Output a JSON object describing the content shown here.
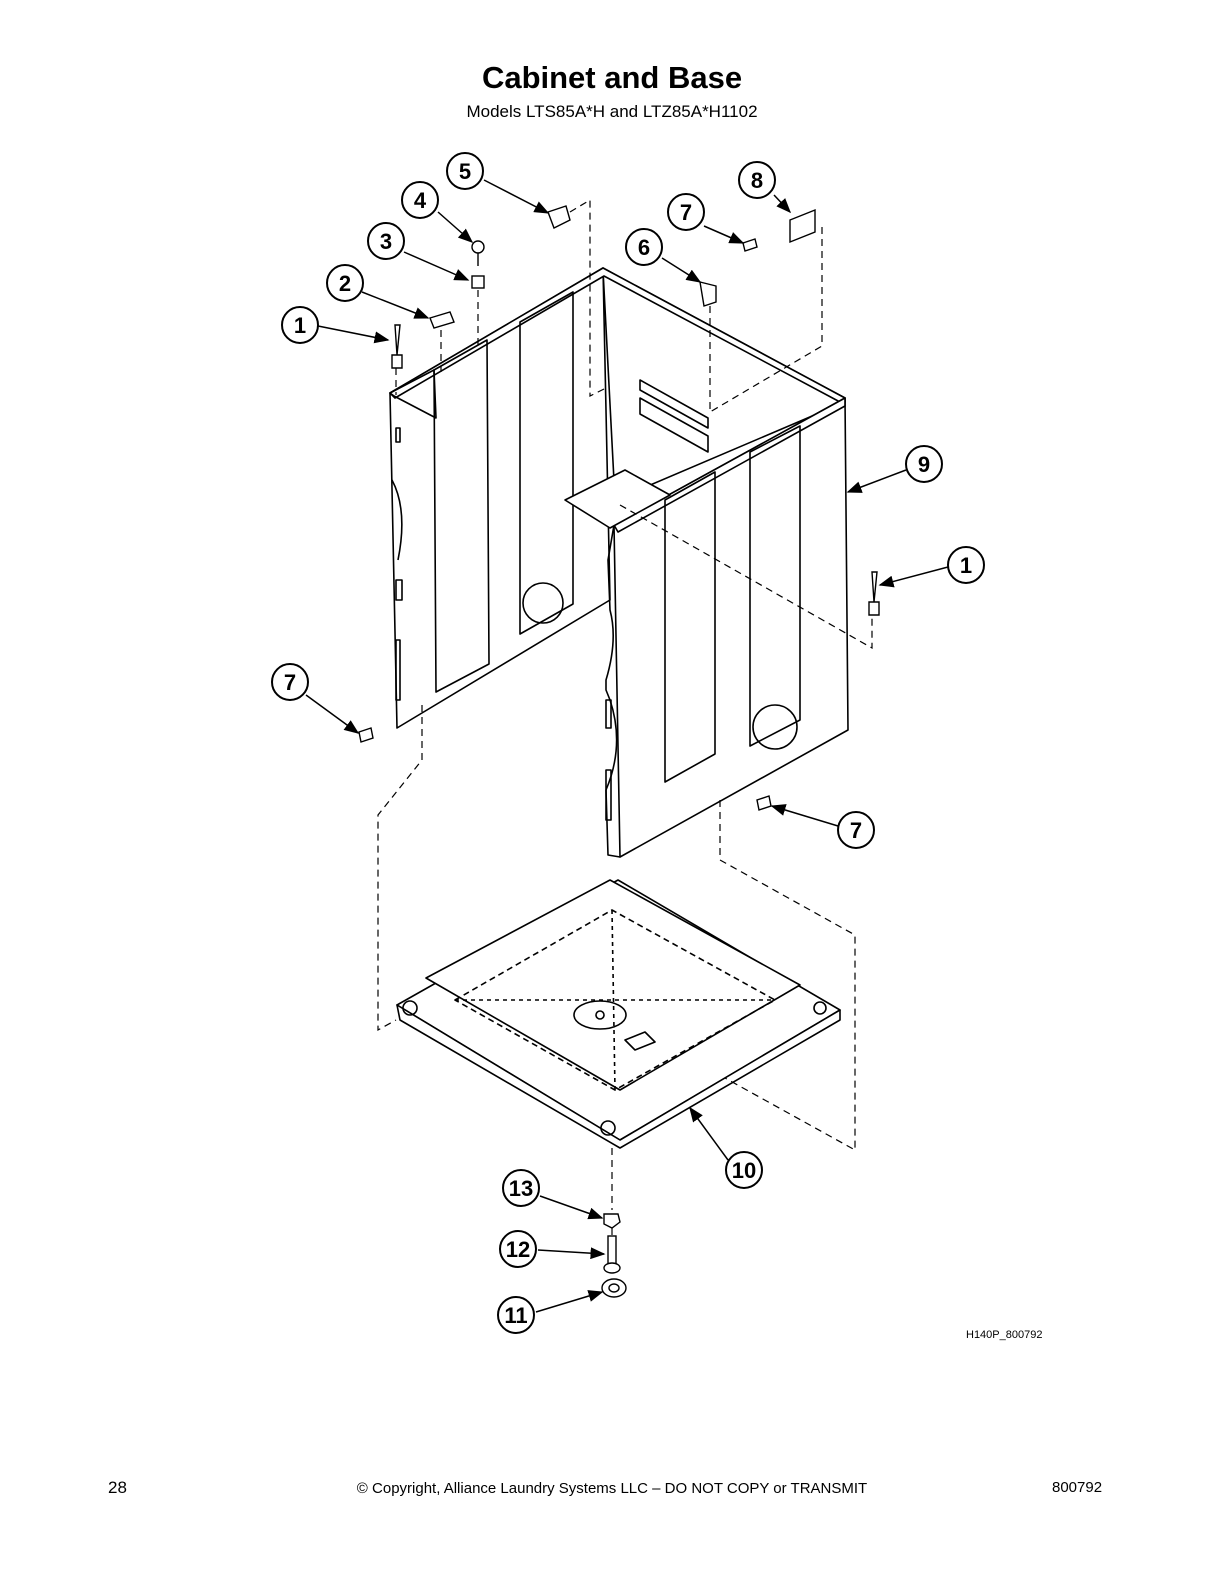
{
  "title": "Cabinet and Base",
  "subtitle": "Models LTS85A*H and LTZ85A*H1102",
  "callouts": [
    "1",
    "2",
    "3",
    "4",
    "5",
    "6",
    "7",
    "8",
    "9",
    "1",
    "7",
    "7",
    "10",
    "13",
    "12",
    "11"
  ],
  "drawing_code": "H140P_800792",
  "footer": {
    "page_number": "28",
    "copyright": "© Copyright, Alliance Laundry Systems LLC – DO NOT COPY or TRANSMIT",
    "doc_number": "800792"
  }
}
